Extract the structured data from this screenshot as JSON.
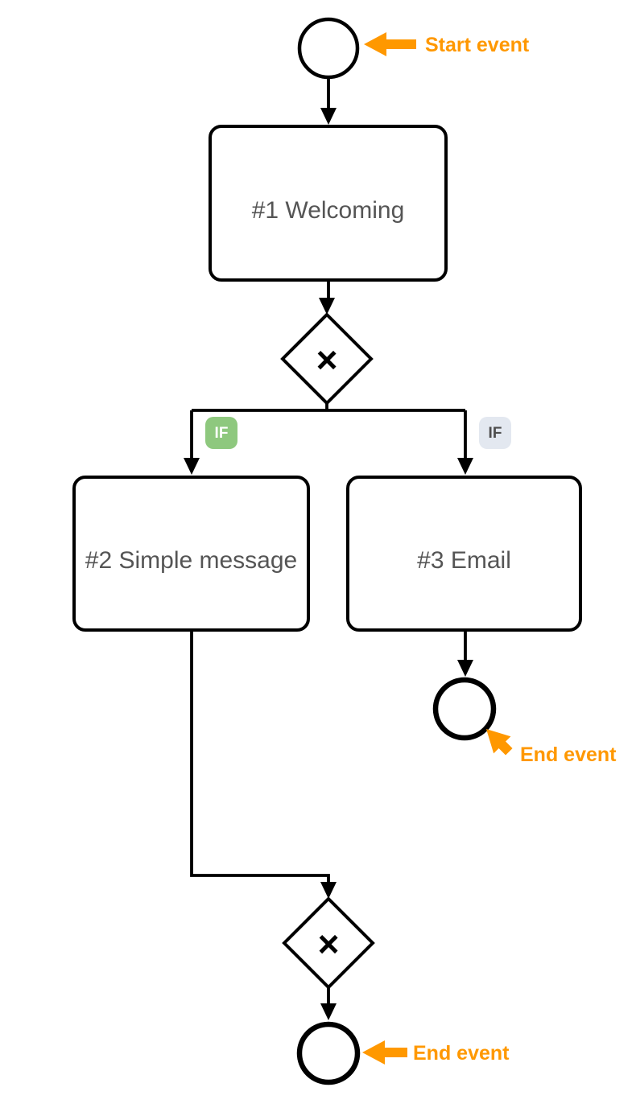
{
  "colors": {
    "background": "#ffffff",
    "line": "#000000",
    "task_text": "#555555",
    "annotation_orange": "#ff9800",
    "if_badge_green_bg": "#8ec87e",
    "if_badge_green_text": "#ffffff",
    "if_badge_gray_bg": "#e3e8f0",
    "if_badge_gray_text": "#4d4d4d"
  },
  "icons": {
    "exclusive_gateway_x": "×",
    "annotation_arrow": "orange pointer arrow"
  },
  "tasks": [
    {
      "label": "#1 Welcoming"
    },
    {
      "label": "#2 Simple message"
    },
    {
      "label": "#3 Email"
    }
  ],
  "gateways": [
    {
      "icon": "×"
    },
    {
      "icon": "×"
    }
  ],
  "badges": [
    {
      "label": "IF",
      "variant": "green"
    },
    {
      "label": "IF",
      "variant": "gray"
    }
  ],
  "annotations": {
    "start": "Start event",
    "end_right": "End event",
    "end_bottom": "End event"
  }
}
